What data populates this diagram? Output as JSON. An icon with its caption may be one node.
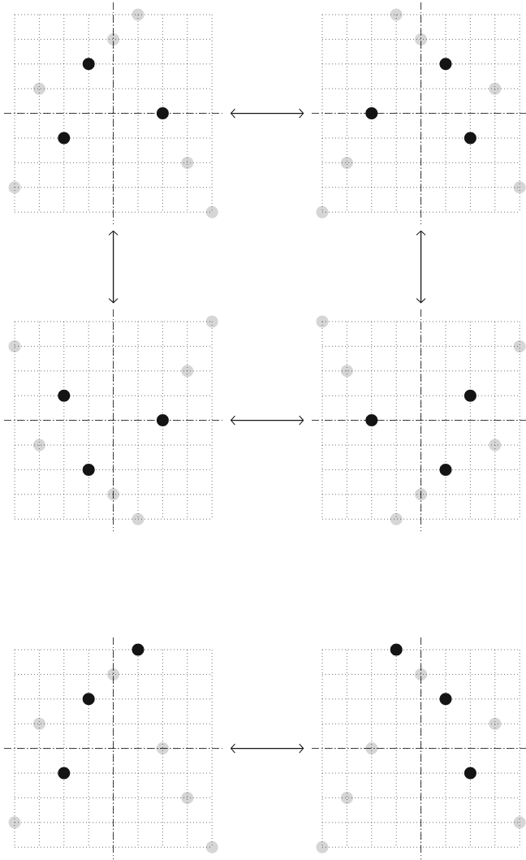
{
  "diagram": {
    "nodes": [
      {
        "text": [],
        "shape": "grid"
      },
      {
        "text": [],
        "shape": "grid"
      },
      {
        "text": [],
        "shape": "grid"
      },
      {
        "text": [],
        "shape": "grid"
      },
      {
        "text": [],
        "shape": "grid"
      },
      {
        "text": [],
        "shape": "grid"
      }
    ],
    "edges": [
      {
        "from": 0,
        "to": 1,
        "arrow": "both"
      },
      {
        "from": 0,
        "to": 2,
        "arrow": "both"
      },
      {
        "from": 1,
        "to": 3,
        "arrow": "both"
      },
      {
        "from": 2,
        "to": 3,
        "arrow": "both"
      },
      {
        "from": 4,
        "to": 5,
        "arrow": "both"
      }
    ]
  }
}
